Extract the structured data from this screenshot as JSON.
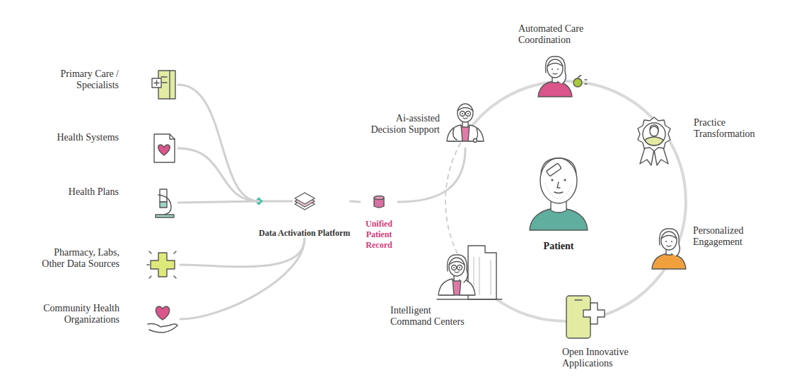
{
  "diagram": {
    "nodes": [
      {
        "text": [
          "Primary Care / Specialists"
        ]
      },
      {
        "text": [
          "Health Systems"
        ]
      },
      {
        "text": [
          "Health Plans"
        ]
      },
      {
        "text": [
          "Pharmacy, Labs, Other Data Sources"
        ]
      },
      {
        "text": [
          "Community Health Organizations"
        ]
      },
      {
        "text": [
          "Data Activation Platform"
        ]
      },
      {
        "text": [
          "Unified Patient Record"
        ]
      },
      {
        "text": [
          "Ai-assisted Decision Support"
        ]
      },
      {
        "text": [
          "Automated Care Coordination"
        ]
      },
      {
        "text": [
          "Practice Transformation"
        ]
      },
      {
        "text": [
          "Personalized Engagement"
        ]
      },
      {
        "text": [
          "Open Innovative Applications"
        ]
      },
      {
        "text": [
          "Intelligent Command Centers"
        ]
      },
      {
        "text": [
          "Patient"
        ]
      }
    ],
    "edges": [
      {
        "from": 0,
        "to": 5,
        "arrow": "none"
      },
      {
        "from": 1,
        "to": 5,
        "arrow": "none"
      },
      {
        "from": 2,
        "to": 5,
        "arrow": "none"
      },
      {
        "from": 3,
        "to": 5,
        "arrow": "none"
      },
      {
        "from": 4,
        "to": 5,
        "arrow": "none"
      },
      {
        "from": 5,
        "to": 6,
        "arrow": "none"
      },
      {
        "from": 6,
        "to": 7,
        "arrow": "none"
      }
    ]
  }
}
